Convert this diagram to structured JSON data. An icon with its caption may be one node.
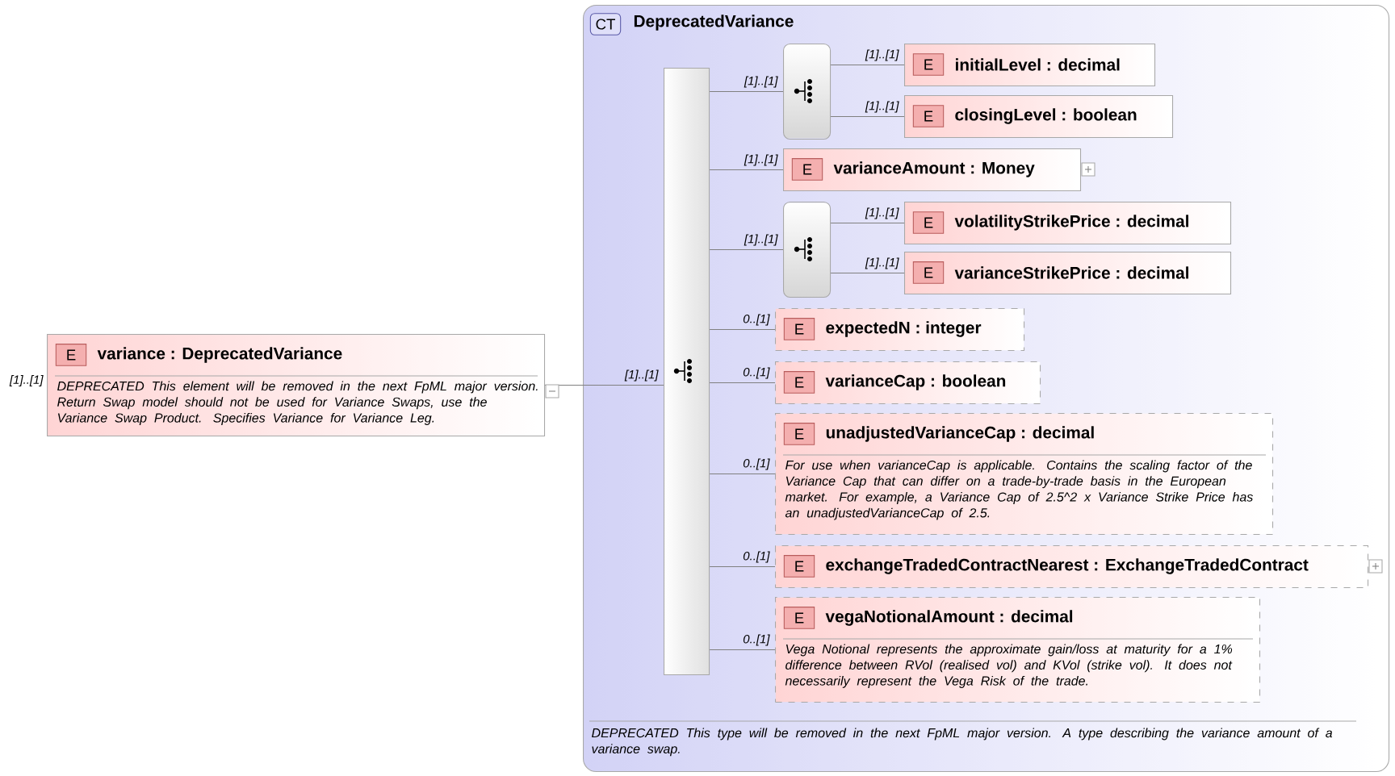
{
  "diagram": {
    "nodes": [
      {
        "text": [
          "E",
          "variance : DeprecatedVariance",
          "DEPRECATED This element will be removed in the next FpML major version. Return Swap model should not be used for Variance Swaps, use the Variance Swap Product. Specifies Variance for Variance Leg."
        ],
        "beside": [
          "[1]..[1]"
        ]
      },
      {
        "text": [
          "CT",
          "DeprecatedVariance",
          "DEPRECATED This type will be removed in the next FpML major version. A type describing the variance amount of a variance swap."
        ]
      },
      {
        "text": [],
        "shape": "bar",
        "in": 1
      },
      {
        "text": [],
        "shape": "box",
        "in": 1
      },
      {
        "text": [
          "E",
          "initialLevel : decimal"
        ],
        "in": 1
      },
      {
        "text": [
          "E",
          "closingLevel : boolean"
        ],
        "in": 1
      },
      {
        "text": [
          "E",
          "varianceAmount : Money"
        ],
        "in": 1
      },
      {
        "text": [],
        "shape": "box",
        "in": 1
      },
      {
        "text": [
          "E",
          "volatilityStrikePrice : decimal"
        ],
        "in": 1
      },
      {
        "text": [
          "E",
          "varianceStrikePrice : decimal"
        ],
        "in": 1
      },
      {
        "text": [
          "E",
          "expectedN : integer"
        ],
        "in": 1
      },
      {
        "text": [
          "E",
          "varianceCap : boolean"
        ],
        "in": 1
      },
      {
        "text": [
          "E",
          "unadjustedVarianceCap : decimal",
          "For use when varianceCap is applicable. Contains the scaling factor of the Variance Cap that can differ on a trade-by-trade basis in the European market. For example, a Variance Cap of 2.5^2 x Variance Strike Price has an unadjustedVarianceCap of 2.5."
        ],
        "in": 1
      },
      {
        "text": [
          "E",
          "exchangeTradedContractNearest : ExchangeTradedContract"
        ],
        "in": 1
      },
      {
        "text": [
          "E",
          "vegaNotionalAmount : decimal",
          "Vega Notional represents the approximate gain/loss at maturity for a 1% difference between RVol (realised vol) and KVol (strike vol). It does not necessarily represent the Vega Risk of the trade."
        ],
        "in": 1
      }
    ],
    "edges": [
      {
        "from": 0,
        "to": 2,
        "arrow": "none",
        "label": "[1]..[1]"
      },
      {
        "from": 2,
        "to": 3,
        "arrow": "none",
        "label": "[1]..[1]"
      },
      {
        "from": 3,
        "to": 4,
        "arrow": "none",
        "label": "[1]..[1]"
      },
      {
        "from": 3,
        "to": 5,
        "arrow": "none",
        "label": "[1]..[1]"
      },
      {
        "from": 2,
        "to": 6,
        "arrow": "none",
        "label": "[1]..[1]"
      },
      {
        "from": 2,
        "to": 7,
        "arrow": "none",
        "label": "[1]..[1]"
      },
      {
        "from": 7,
        "to": 8,
        "arrow": "none",
        "label": "[1]..[1]"
      },
      {
        "from": 7,
        "to": 9,
        "arrow": "none",
        "label": "[1]..[1]"
      },
      {
        "from": 2,
        "to": 10,
        "arrow": "none",
        "label": "0..[1]"
      },
      {
        "from": 2,
        "to": 11,
        "arrow": "none",
        "label": "0..[1]"
      },
      {
        "from": 2,
        "to": 12,
        "arrow": "none",
        "label": "0..[1]"
      },
      {
        "from": 2,
        "to": 13,
        "arrow": "none",
        "label": "0..[1]"
      },
      {
        "from": 2,
        "to": 14,
        "arrow": "none",
        "label": "0..[1]"
      }
    ]
  }
}
